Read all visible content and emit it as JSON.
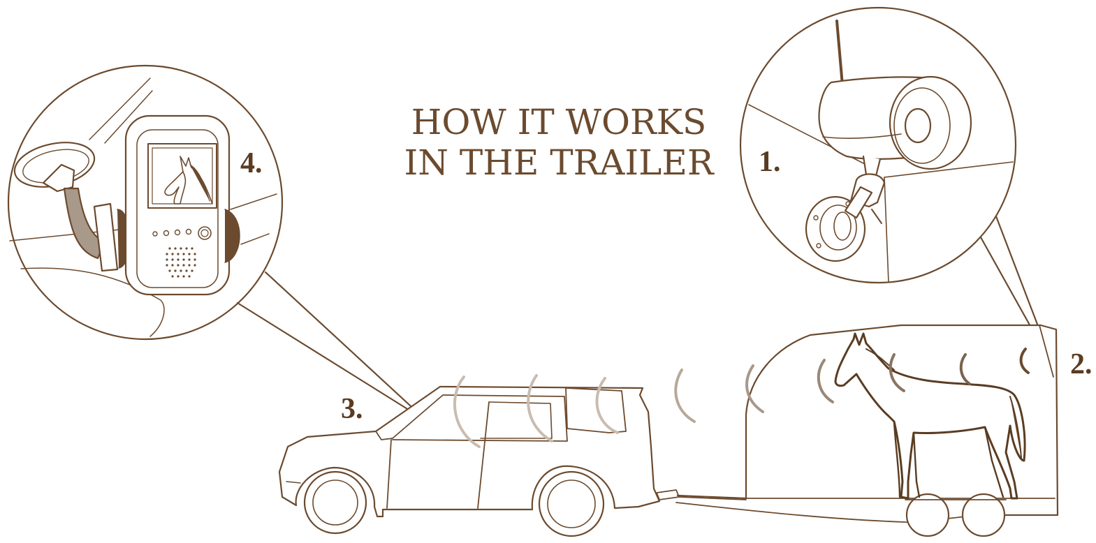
{
  "title": {
    "line1": "HOW IT WORKS",
    "line2": "IN THE TRAILER"
  },
  "step_labels": {
    "one": "1.",
    "two": "2.",
    "three": "3.",
    "four": "4."
  },
  "icons": [
    "wireless-camera-icon",
    "horse-trailer-icon",
    "suv-car-icon",
    "dash-monitor-icon",
    "horse-icon",
    "signal-wave-icon"
  ],
  "colors": {
    "line": "#6b4a2e",
    "text": "#6b4a2e",
    "signal": "#8a7460",
    "cable": "#a8998a"
  }
}
